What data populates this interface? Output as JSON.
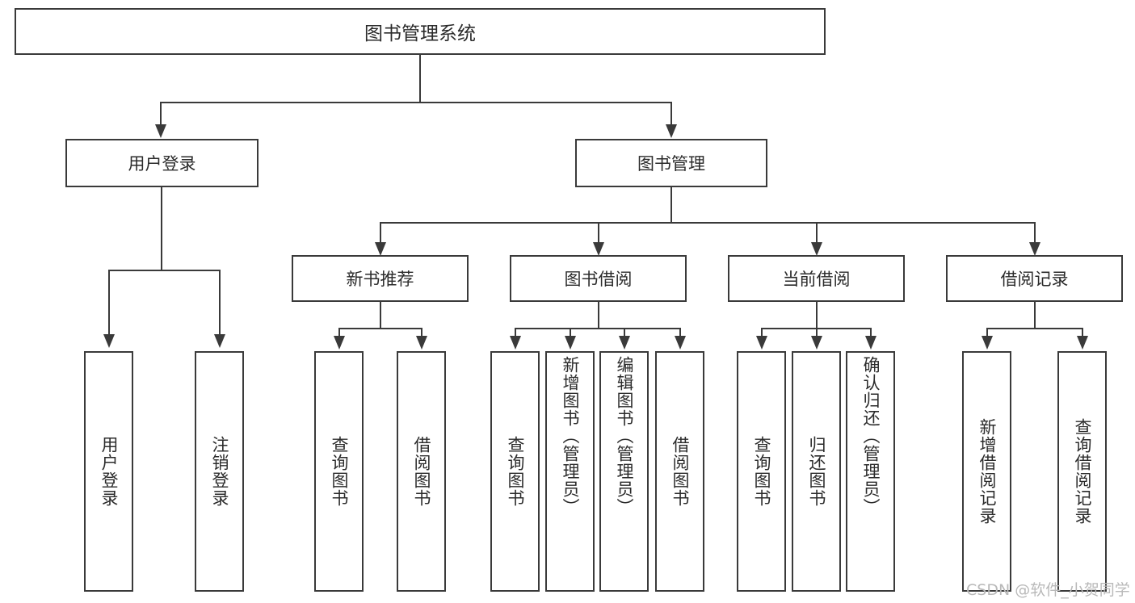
{
  "diagram": {
    "title": "图书管理系统",
    "type": "tree-hierarchy-diagram",
    "root": {
      "label": "图书管理系统"
    },
    "level1": [
      {
        "label": "用户登录"
      },
      {
        "label": "图书管理"
      }
    ],
    "level2": [
      {
        "label": "新书推荐"
      },
      {
        "label": "图书借阅"
      },
      {
        "label": "当前借阅"
      },
      {
        "label": "借阅记录"
      }
    ],
    "leaves": {
      "user_login": [
        {
          "label": "用户登录"
        },
        {
          "label": "注销登录"
        }
      ],
      "new_book_recommend": [
        {
          "label": "查询图书"
        },
        {
          "label": "借阅图书"
        }
      ],
      "book_borrow": [
        {
          "label": "查询图书"
        },
        {
          "label": "新增图书（管理员）"
        },
        {
          "label": "编辑图书（管理员）"
        },
        {
          "label": "借阅图书"
        }
      ],
      "current_borrow": [
        {
          "label": "查询图书"
        },
        {
          "label": "归还图书"
        },
        {
          "label": "确认归还（管理员）"
        }
      ],
      "borrow_record": [
        {
          "label": "新增借阅记录"
        },
        {
          "label": "查询借阅记录"
        }
      ]
    }
  },
  "watermark": {
    "text": "CSDN @软件_小贺同学"
  },
  "colors": {
    "stroke": "#3a3a3a",
    "text": "#2b2b2b",
    "background": "#ffffff",
    "watermark": "#b9b9b9"
  }
}
